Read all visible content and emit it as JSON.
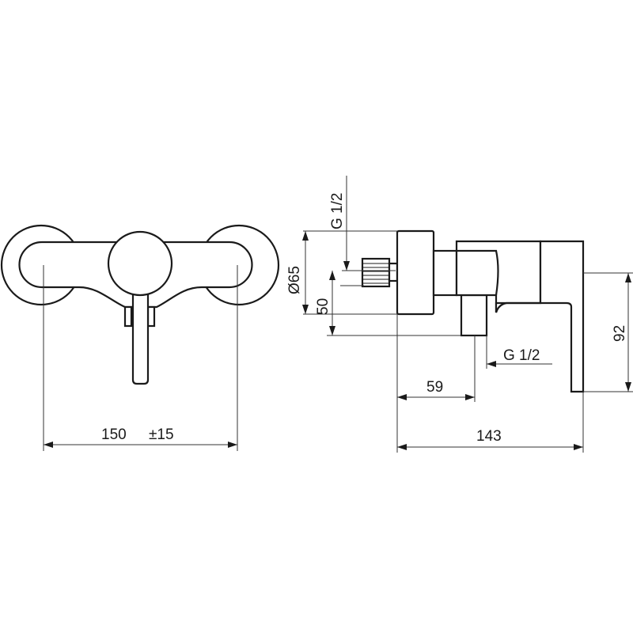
{
  "front_view": {
    "width_dimension": "150",
    "width_tolerance": "±15"
  },
  "side_view": {
    "flange_diameter": "Ø65",
    "inlet_thread": "G 1/2",
    "inlet_offset": "50",
    "outlet_thread": "G 1/2",
    "outlet_offset": "59",
    "total_depth": "143",
    "lever_height": "92"
  },
  "colors": {
    "line": "#1a1a1a",
    "background": "#ffffff"
  }
}
